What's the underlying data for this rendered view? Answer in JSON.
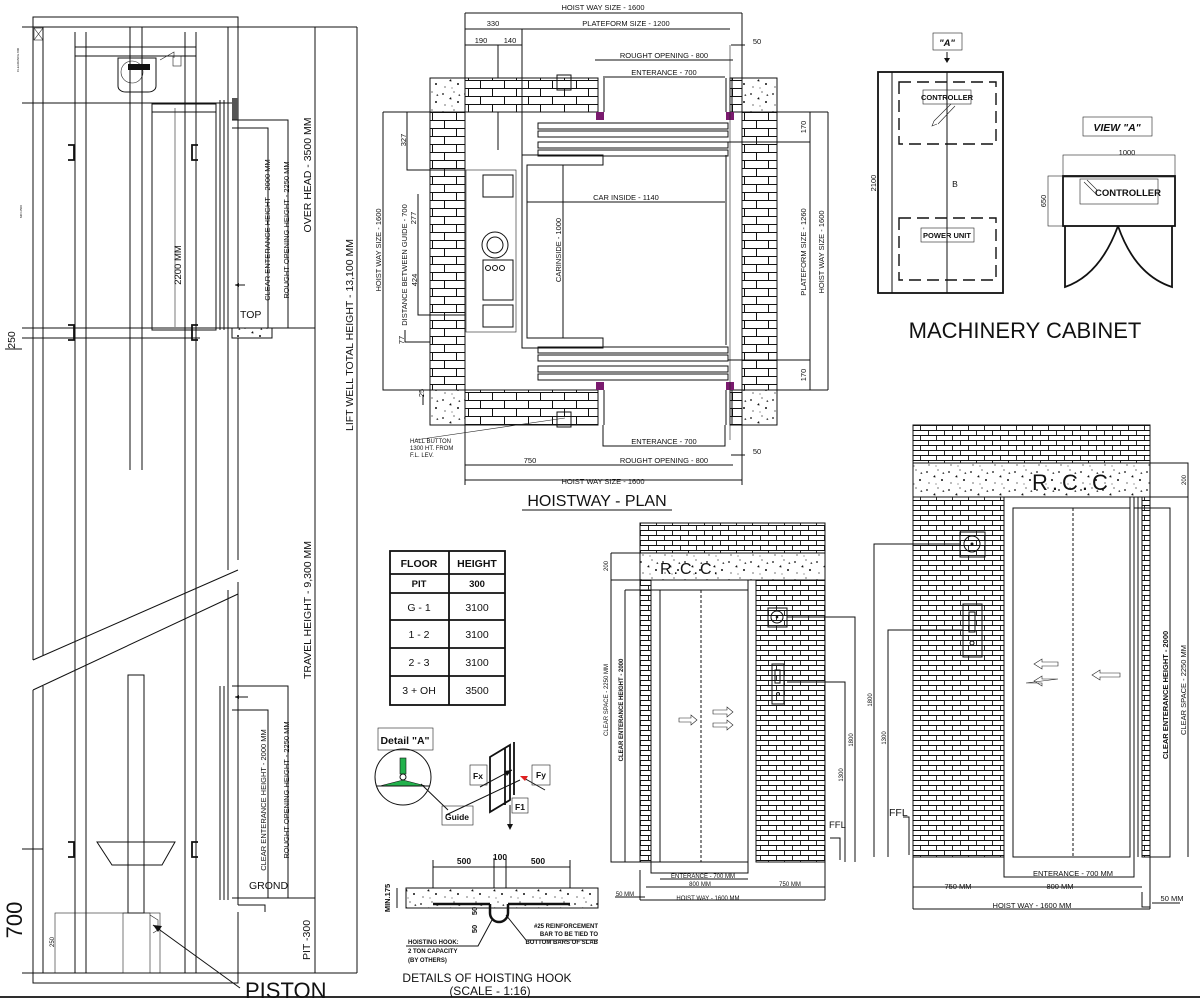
{
  "elevation": {
    "car_height": "2200 MM",
    "top_clear_entrance": "CLEAR ENTERANCE  HEIGHT - 2000 MM",
    "top_rough_opening": "ROUGHT OPENING HEIGHT - 2250 MM",
    "over_head": "OVER HEAD - 3500 MM",
    "top_label": "TOP",
    "slab_250": "250",
    "lift_well_total": "LIFT WELL TOTAL HEIGHT - 13,100 MM",
    "travel_height": "TRAVEL HEIGHT - 9,300  MM",
    "bottom_clear_entrance": "CLEAR ENTERANCE  HEIGHT - 2000 MM",
    "bottom_rough_opening": "ROUGHT OPENING HEIGHT - 2250 MM",
    "ground_label": "GROND",
    "pit": "PIT  -300",
    "dim_700": "700",
    "dim_250_pit": "250",
    "piston": "PISTON",
    "clearance_tiny": "CLEARANCE 800",
    "min_tiny": "MIN 2500"
  },
  "plan": {
    "title": "HOISTWAY - PLAN",
    "hoist_way_top": "HOIST WAY SIZE - 1600",
    "platform_top": "PLATEFORM SIZE - 1200",
    "dim_330": "330",
    "dim_190": "190",
    "dim_140": "140",
    "dim_50_top": "50",
    "rough_opening_top": "ROUGHT OPENING - 800",
    "entrance_top": "ENTERANCE - 700",
    "hoist_way_left": "HOIST WAY SIZE - 1600",
    "distance_between_guide": "DISTANCE BETWEEN GUIDE - 700",
    "dim_327": "327",
    "dim_277": "277",
    "dim_424": "424",
    "dim_77": "77",
    "dim_25": "25",
    "car_inside_width": "CAR INSIDE - 1140",
    "car_inside_depth": "CARINSIDE - 1000",
    "dim_170_top": "170",
    "platform_right": "PLATEFORM SIZE - 1260",
    "hoist_way_right": "HOIST WAY SIZE - 1600",
    "dim_170_bottom": "170",
    "hall_button": [
      "HALL BUTTON",
      "1300 HT. FROM",
      "F.L. LEV."
    ],
    "entrance_bottom": "ENTERANCE - 700",
    "dim_50_bottom": "50",
    "dim_750": "750",
    "rough_opening_bottom": "ROUGHT OPENING - 800",
    "hoist_way_bottom": "HOIST WAY SIZE - 1600"
  },
  "cabinet": {
    "title": "MACHINERY CABINET",
    "view_marker": "\"A\"",
    "controller": "CONTROLLER",
    "power_unit": "POWER UNIT",
    "b_label": "B",
    "height": "2100",
    "view_title": "VIEW  \"A\"",
    "width": "1000",
    "depth": "650",
    "view_controller": "CONTROLLER"
  },
  "floor_table": {
    "headers": [
      "FLOOR",
      "HEIGHT"
    ],
    "rows": [
      {
        "floor": "PIT",
        "height": "300"
      },
      {
        "floor": "G - 1",
        "height": "3100"
      },
      {
        "floor": "1 - 2",
        "height": "3100"
      },
      {
        "floor": "2 - 3",
        "height": "3100"
      },
      {
        "floor": "3 + OH",
        "height": "3500"
      }
    ]
  },
  "detail_a": {
    "title": "Detail  \"A\"",
    "fx": "Fx",
    "fy": "Fy",
    "f1": "F1",
    "guide": "Guide",
    "colors": {
      "guide_green": "#22b14c",
      "force_red": "#e02020"
    }
  },
  "hoisting_hook": {
    "dim_500_left": "500",
    "dim_100": "100",
    "dim_500_right": "500",
    "min_175": "MIN.175",
    "dim_50a": "50",
    "dim_50b": "50",
    "hook_note": [
      "HOISTING HOOK:",
      "2 TON CAPACITY",
      "(BY OTHERS)"
    ],
    "bar_note": [
      "#25 REINFORCEMENT",
      "BAR TO BE TIED TO",
      "BOTTOM BARS OF SLAB"
    ],
    "title": "DETAILS OF HOISTING HOOK",
    "scale": "(SCALE - 1:16)"
  },
  "door_elev_mid": {
    "rcc": "R.C.C.",
    "dim_200": "200",
    "clear_space": "CLEAR SPACE - 2250 MM",
    "clear_entrance": "CLEAR ENTERANCE HEIGHT - 2000",
    "dim_1800": "1800",
    "dim_1300": "1300",
    "ffl": "FFL",
    "entrance": "ENTERANCE - 700 MM",
    "dim_800": "800 MM",
    "dim_750": "750  MM",
    "dim_50": "50 MM",
    "hoist_way": "HOIST WAY - 1600 MM"
  },
  "door_elev_right": {
    "rcc": "R.C.C",
    "dim_200": "200",
    "clear_entrance": "CLEAR ENTERANCE HEIGHT - 2000",
    "clear_space": "CLEAR SPACE - 2250 MM",
    "dim_1800": "1800",
    "dim_1300": "1300",
    "ffl": "FFL",
    "entrance": "ENTERANCE - 700 MM",
    "dim_800": "800 MM",
    "dim_750": "750  MM",
    "dim_50": "50 MM",
    "hoist_way": "HOIST WAY - 1600 MM"
  },
  "colors": {
    "line": "#111111",
    "door_jamb": "#7a1a6e",
    "background": "#ffffff"
  }
}
